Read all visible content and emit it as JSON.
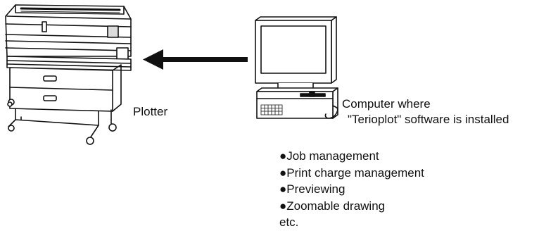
{
  "labels": {
    "plotter": "Plotter",
    "computer_line1": "Computer where",
    "computer_line2": "\"Terioplot\" software is installed"
  },
  "features": [
    "●Job management",
    "●Print charge management",
    "●Previewing",
    "●Zoomable drawing",
    "etc."
  ],
  "icons": [
    "plotter-icon",
    "arrow-left-icon",
    "computer-icon"
  ]
}
